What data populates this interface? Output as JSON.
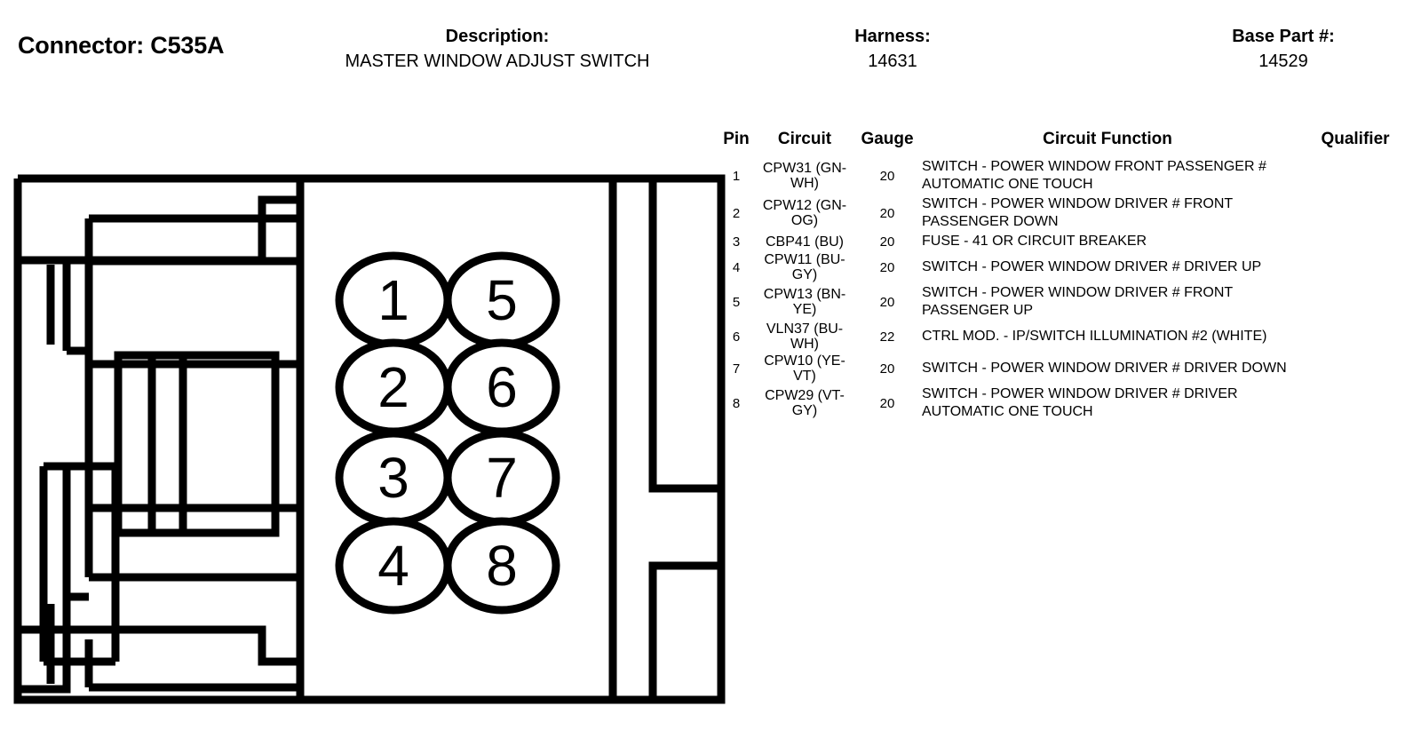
{
  "header": {
    "connector_label": "Connector: C535A",
    "description_label": "Description:",
    "description_value": "MASTER WINDOW ADJUST SWITCH",
    "harness_label": "Harness:",
    "harness_value": "14631",
    "base_part_label": "Base Part #:",
    "base_part_value": "14529"
  },
  "connector": {
    "pin_cavities": [
      "1",
      "5",
      "2",
      "6",
      "3",
      "7",
      "4",
      "8"
    ],
    "outline_color": "#000000",
    "fill_color": "#ffffff"
  },
  "table": {
    "columns": {
      "pin": "Pin",
      "circuit": "Circuit",
      "gauge": "Gauge",
      "function": "Circuit Function",
      "qualifier": "Qualifier"
    },
    "rows": [
      {
        "pin": "1",
        "circuit": "CPW31 (GN-WH)",
        "gauge": "20",
        "function": "SWITCH - POWER WINDOW FRONT PASSENGER # AUTOMATIC ONE TOUCH",
        "qualifier": ""
      },
      {
        "pin": "2",
        "circuit": "CPW12 (GN-OG)",
        "gauge": "20",
        "function": "SWITCH - POWER WINDOW DRIVER # FRONT PASSENGER DOWN",
        "qualifier": ""
      },
      {
        "pin": "3",
        "circuit": "CBP41 (BU)",
        "gauge": "20",
        "function": "FUSE - 41 OR CIRCUIT BREAKER",
        "qualifier": ""
      },
      {
        "pin": "4",
        "circuit": "CPW11 (BU-GY)",
        "gauge": "20",
        "function": "SWITCH - POWER WINDOW DRIVER # DRIVER UP",
        "qualifier": ""
      },
      {
        "pin": "5",
        "circuit": "CPW13 (BN-YE)",
        "gauge": "20",
        "function": "SWITCH - POWER WINDOW DRIVER # FRONT PASSENGER UP",
        "qualifier": ""
      },
      {
        "pin": "6",
        "circuit": "VLN37 (BU-WH)",
        "gauge": "22",
        "function": "CTRL MOD. - IP/SWITCH ILLUMINATION #2 (WHITE)",
        "qualifier": ""
      },
      {
        "pin": "7",
        "circuit": "CPW10 (YE-VT)",
        "gauge": "20",
        "function": "SWITCH - POWER WINDOW DRIVER # DRIVER DOWN",
        "qualifier": ""
      },
      {
        "pin": "8",
        "circuit": "CPW29 (VT-GY)",
        "gauge": "20",
        "function": "SWITCH - POWER WINDOW DRIVER # DRIVER AUTOMATIC ONE TOUCH",
        "qualifier": ""
      }
    ]
  }
}
